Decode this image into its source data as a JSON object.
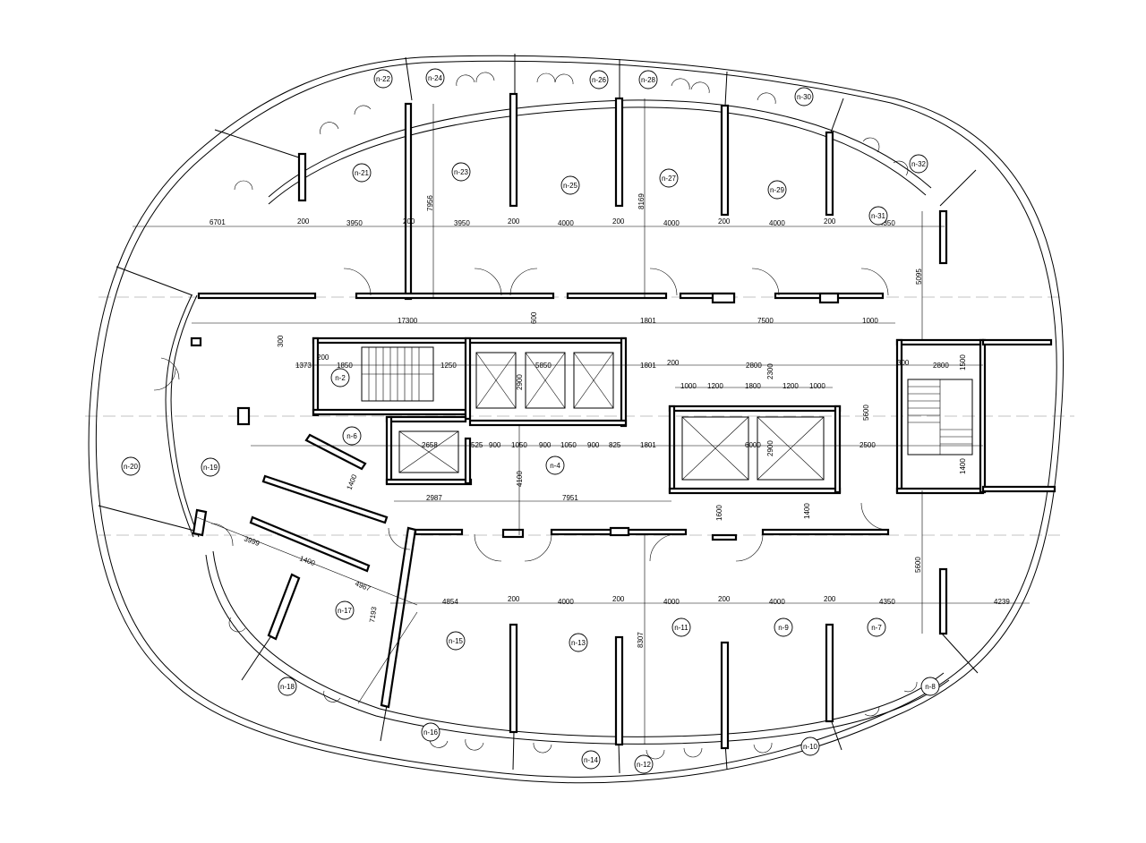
{
  "rooms": [
    {
      "id": "room-n2",
      "label": "n-2"
    },
    {
      "id": "room-n4",
      "label": "n-4"
    },
    {
      "id": "room-n6",
      "label": "n-6"
    },
    {
      "id": "room-n7",
      "label": "n-7"
    },
    {
      "id": "room-n8",
      "label": "n-8"
    },
    {
      "id": "room-n9",
      "label": "n-9"
    },
    {
      "id": "room-n10",
      "label": "n-10"
    },
    {
      "id": "room-n11",
      "label": "n-11"
    },
    {
      "id": "room-n12",
      "label": "n-12"
    },
    {
      "id": "room-n13",
      "label": "n-13"
    },
    {
      "id": "room-n14",
      "label": "n-14"
    },
    {
      "id": "room-n15",
      "label": "n-15"
    },
    {
      "id": "room-n16",
      "label": "n-16"
    },
    {
      "id": "room-n17",
      "label": "n-17"
    },
    {
      "id": "room-n18",
      "label": "n-18"
    },
    {
      "id": "room-n19",
      "label": "n-19"
    },
    {
      "id": "room-n20",
      "label": "n-20"
    },
    {
      "id": "room-n21",
      "label": "n-21"
    },
    {
      "id": "room-n22",
      "label": "n-22"
    },
    {
      "id": "room-n23",
      "label": "n-23"
    },
    {
      "id": "room-n24",
      "label": "n-24"
    },
    {
      "id": "room-n25",
      "label": "n-25"
    },
    {
      "id": "room-n26",
      "label": "n-26"
    },
    {
      "id": "room-n27",
      "label": "n-27"
    },
    {
      "id": "room-n28",
      "label": "n-28"
    },
    {
      "id": "room-n29",
      "label": "n-29"
    },
    {
      "id": "room-n30",
      "label": "n-30"
    },
    {
      "id": "room-n31",
      "label": "n-31"
    },
    {
      "id": "room-n32",
      "label": "n-32"
    }
  ],
  "dimensions": [
    "6701",
    "200",
    "3950",
    "200",
    "3950",
    "200",
    "4000",
    "200",
    "4000",
    "200",
    "4000",
    "200",
    "4350",
    "7956",
    "8169",
    "5095",
    "17300",
    "1801",
    "7500",
    "1000",
    "600",
    "300",
    "200",
    "1373",
    "1850",
    "1250",
    "5850",
    "1801",
    "200",
    "2800",
    "300",
    "2800",
    "1500",
    "1000",
    "1200",
    "1800",
    "1200",
    "1000",
    "2900",
    "2300",
    "2900",
    "5600",
    "2658",
    "525",
    "900",
    "1050",
    "900",
    "1050",
    "900",
    "825",
    "1801",
    "6000",
    "2500",
    "2987",
    "7951",
    "4100",
    "1400",
    "1600",
    "1400",
    "1400",
    "3999",
    "4967",
    "7193",
    "1400",
    "4854",
    "200",
    "4000",
    "200",
    "4000",
    "200",
    "4000",
    "200",
    "4350",
    "4239",
    "8307",
    "5600"
  ]
}
